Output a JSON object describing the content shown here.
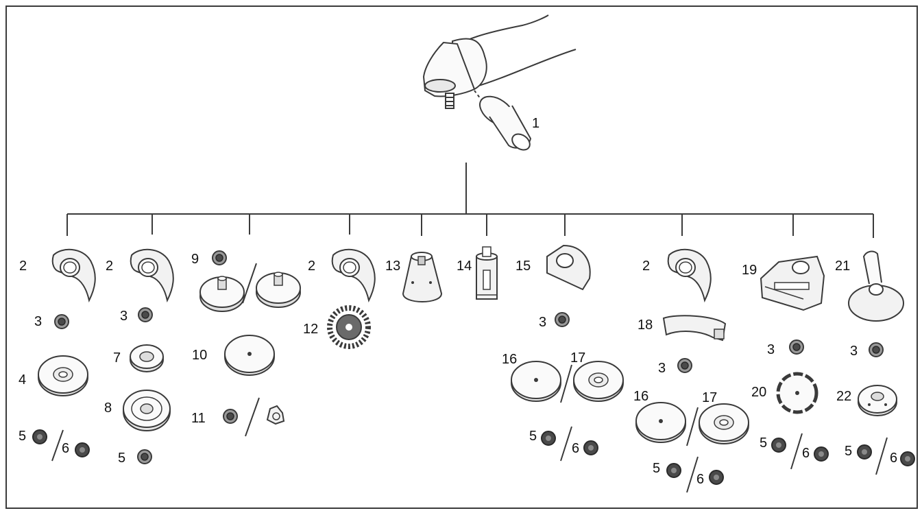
{
  "figure": {
    "line_color": "#3a3a3a",
    "fill_light": "#f2f2f2",
    "fill_dark": "#4a4a4a",
    "labels": {
      "n1": "1",
      "c1_n2": "2",
      "c1_n3": "3",
      "c1_n4": "4",
      "c1_n5": "5",
      "c1_n6": "6",
      "c2_n2": "2",
      "c2_n3": "3",
      "c2_n7": "7",
      "c2_n8": "8",
      "c2_n5": "5",
      "c3_n9": "9",
      "c3_n10": "10",
      "c3_n11": "11",
      "c4_n2": "2",
      "c4_n12": "12",
      "c5_n13": "13",
      "c6_n14": "14",
      "c7_n15": "15",
      "c7_n3": "3",
      "c7_n16": "16",
      "c7_n17": "17",
      "c7_n5": "5",
      "c7_n6": "6",
      "c8_n2": "2",
      "c8_n18": "18",
      "c8_n3": "3",
      "c8_n16": "16",
      "c8_n17": "17",
      "c8_n5": "5",
      "c8_n6": "6",
      "c9_n19": "19",
      "c9_n3": "3",
      "c9_n20": "20",
      "c9_n5": "5",
      "c9_n6": "6",
      "c10_n21": "21",
      "c10_n3": "3",
      "c10_n22": "22",
      "c10_n5": "5",
      "c10_n6": "6"
    }
  }
}
